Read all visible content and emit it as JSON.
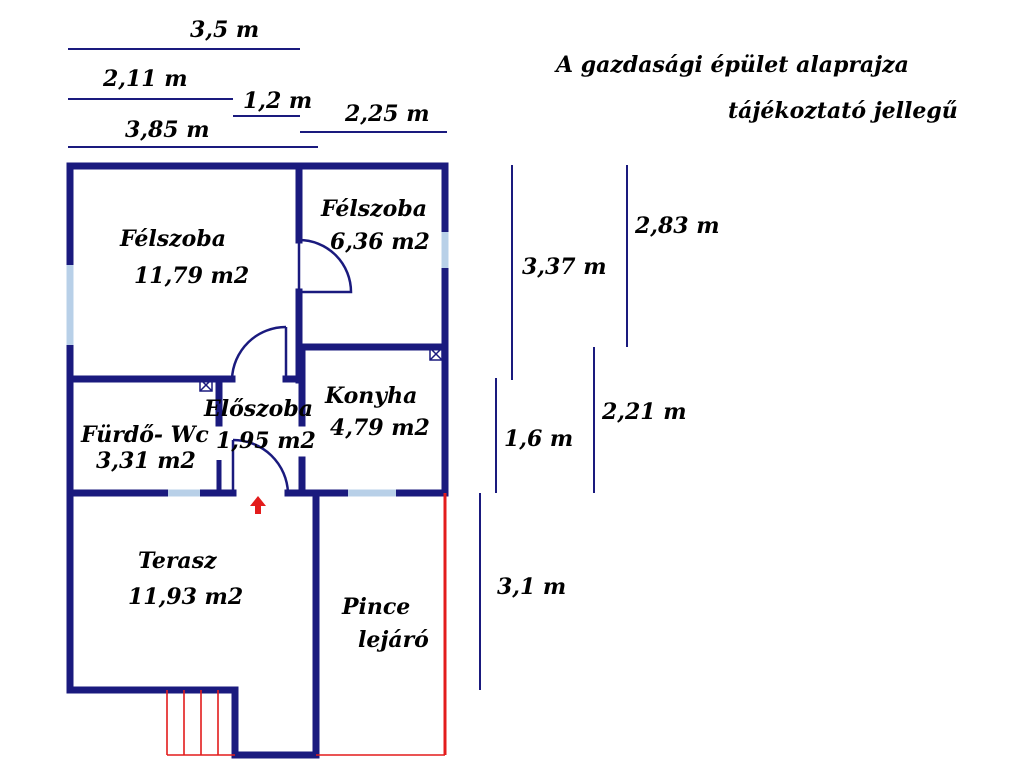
{
  "title": {
    "line1": "A gazdasági épület alaprajza",
    "line2": "tájékoztató jellegű"
  },
  "rooms": [
    {
      "name": "Félszoba",
      "area": "11,79 m2"
    },
    {
      "name": "Félszoba",
      "area": "6,36 m2"
    },
    {
      "name": "Előszoba",
      "area": "1,95 m2"
    },
    {
      "name": "Konyha",
      "area": "4,79 m2"
    },
    {
      "name": "Fürdő- Wc",
      "area": "3,31 m2"
    },
    {
      "name": "Terasz",
      "area": "11,93 m2"
    },
    {
      "name": "Pince",
      "area": "lejáró"
    }
  ],
  "dimensions_top": [
    "3,5 m",
    "2,11 m",
    "1,2 m",
    "2,25 m",
    "3,85 m"
  ],
  "dimensions_right": [
    "3,37 m",
    "2,83 m",
    "1,6 m",
    "2,21 m",
    "3,1 m"
  ],
  "colors": {
    "wall": "#1a1a7e",
    "window": "#b8d0e8",
    "stair": "#e31c1c"
  },
  "icons": [
    "entrance-arrow-icon",
    "vent-icon"
  ]
}
